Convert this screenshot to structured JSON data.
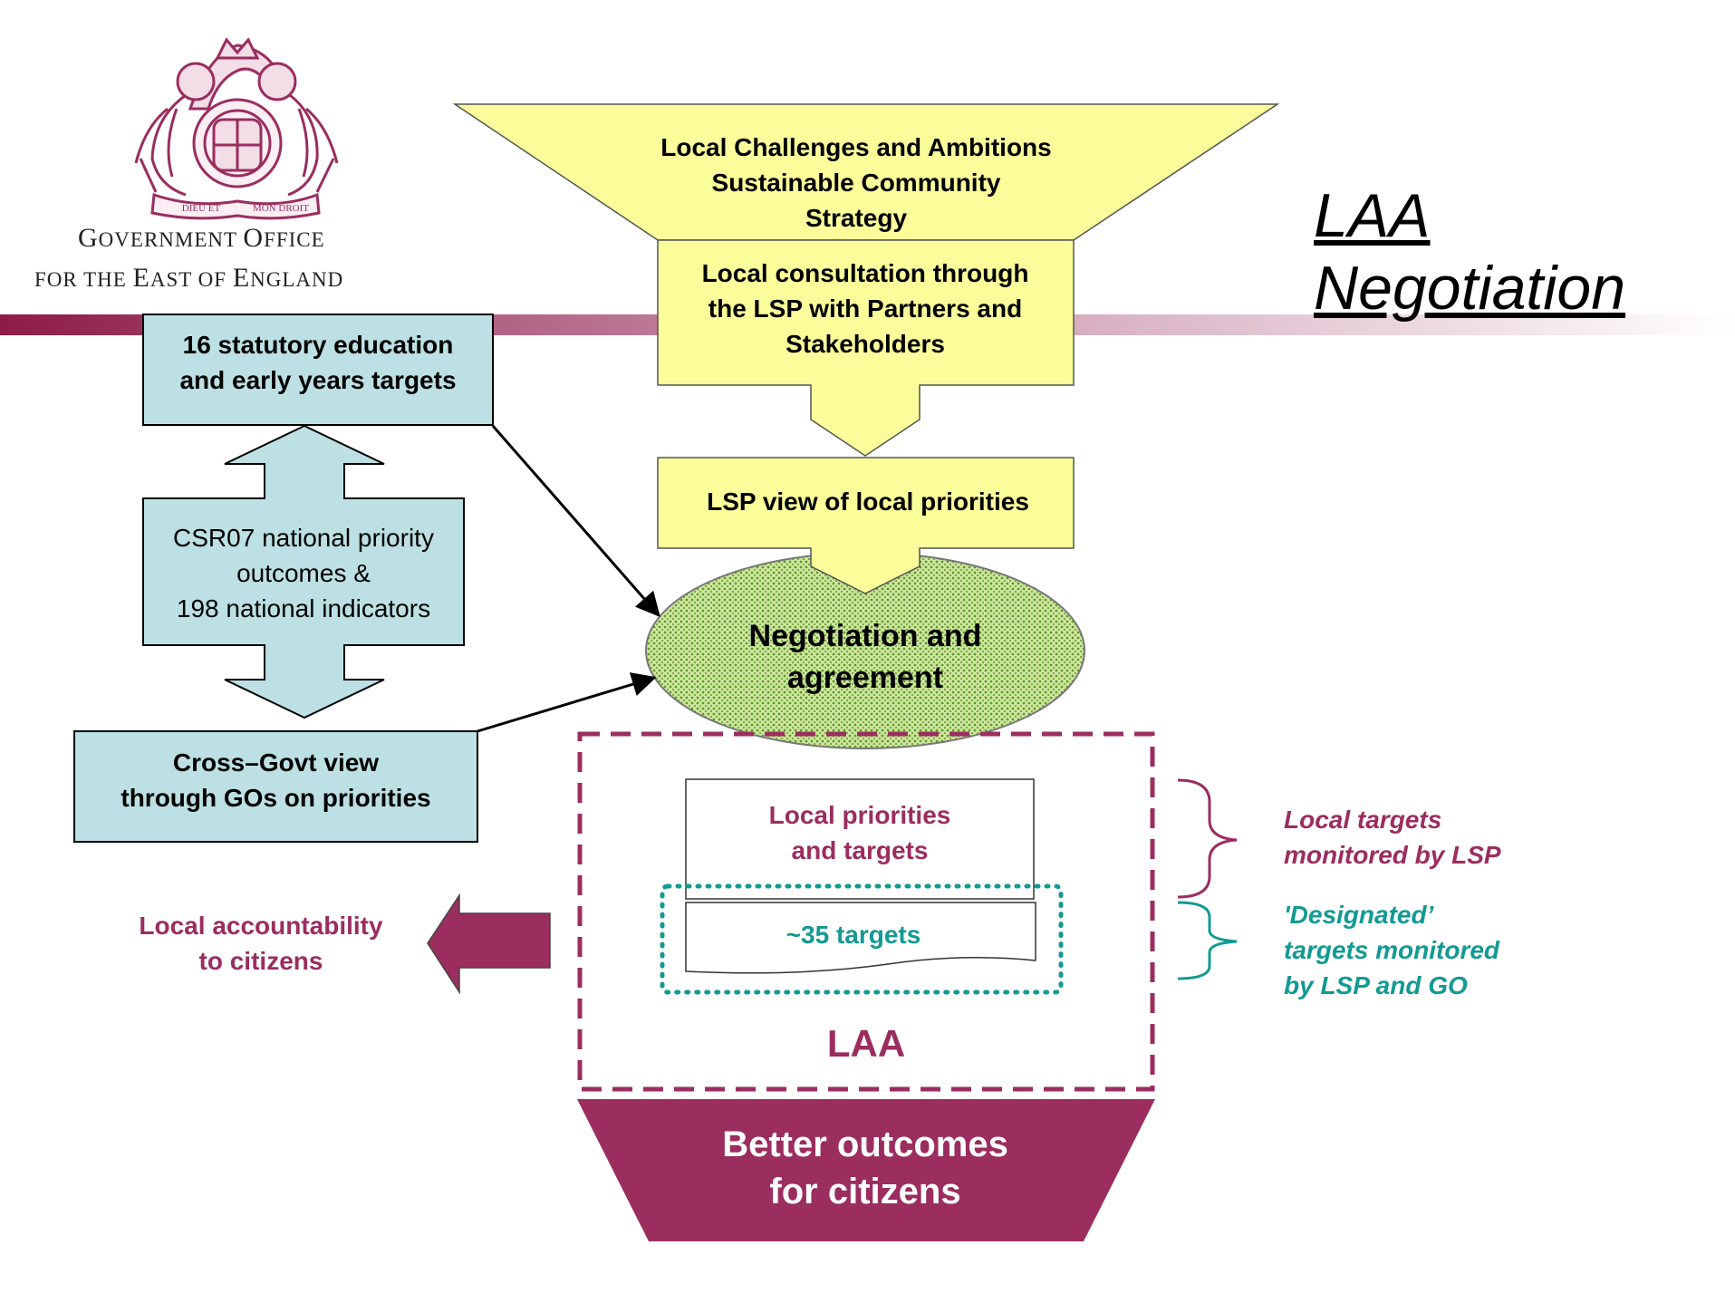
{
  "organisation": {
    "line1_parts": [
      {
        "t": "G",
        "c": true
      },
      {
        "t": "OVERNMENT ",
        "c": false
      },
      {
        "t": "O",
        "c": true
      },
      {
        "t": "FFICE",
        "c": false
      }
    ],
    "line2_parts": [
      {
        "t": "FOR THE ",
        "c": false
      },
      {
        "t": "E",
        "c": true
      },
      {
        "t": "AST OF ",
        "c": false
      },
      {
        "t": "E",
        "c": true
      },
      {
        "t": "NGLAND",
        "c": false
      }
    ],
    "crest_motto_left": "DIEU ET",
    "crest_motto_right": "MON DROIT"
  },
  "title": [
    "LAA",
    "Negotiation"
  ],
  "funnel_top": [
    "Local Challenges and Ambitions",
    "Sustainable Community",
    "Strategy"
  ],
  "consultation": [
    "Local consultation through",
    "the LSP with Partners and",
    "Stakeholders"
  ],
  "lsp_view": "LSP view of local priorities",
  "negotiation": [
    "Negotiation and",
    "agreement"
  ],
  "statutory": [
    "16 statutory education",
    "and early years targets"
  ],
  "csr07": [
    "CSR07 national priority",
    "outcomes &",
    "198 national indicators"
  ],
  "cross_govt": [
    "Cross–Govt view",
    "through GOs on priorities"
  ],
  "local_priorities": [
    "Local priorities",
    "and targets"
  ],
  "designated_box": "~35 targets",
  "laa_label": "LAA",
  "better_outcomes": [
    "Better outcomes",
    "for citizens"
  ],
  "accountability": [
    "Local accountability",
    "to citizens"
  ],
  "local_targets_note": [
    "Local targets",
    "monitored by LSP"
  ],
  "designated_note": [
    "'Designated’",
    "targets monitored",
    "by LSP and GO"
  ],
  "colors": {
    "yellow": "#fbfc9a",
    "light_blue": "#bce0e3",
    "maroon": "#9b2d5f",
    "teal": "#129a93",
    "green_oval": "#b9db6d"
  }
}
